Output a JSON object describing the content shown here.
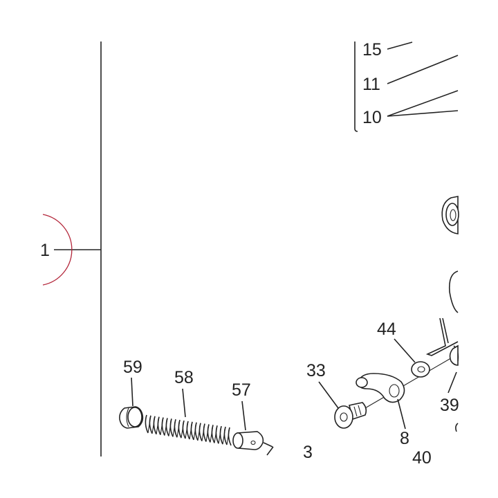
{
  "labels": {
    "l15": "15",
    "l11": "11",
    "l10": "10",
    "l1": "1",
    "l59": "59",
    "l58": "58",
    "l57": "57",
    "l33": "33",
    "l44": "44",
    "l8": "8",
    "l39": "39",
    "l3": "3",
    "l40": "40"
  },
  "colors": {
    "ink": "#222222",
    "highlight_circle": "#b3263a",
    "background": "#ffffff"
  }
}
